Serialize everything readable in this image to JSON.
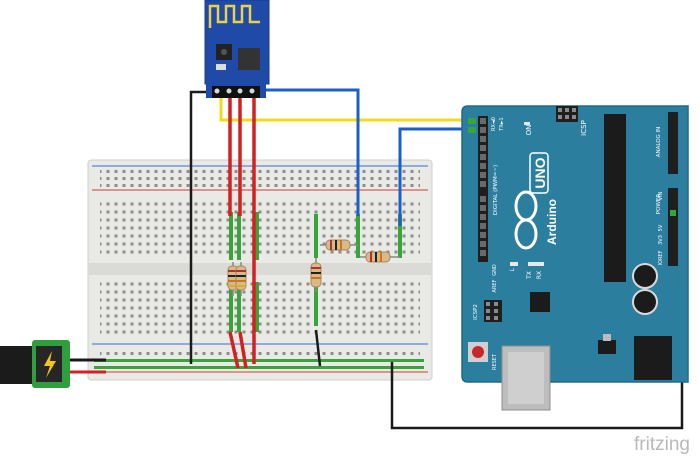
{
  "colors": {
    "wire_black": "#1a1a1a",
    "wire_red": "#d42020",
    "wire_blue": "#1c5fc8",
    "wire_yellow": "#f0dc1a",
    "breadboard": "#e9e9e6",
    "hole_green": "#37a53a",
    "arduino": "#2b7e9e",
    "esp": "#1f4aa8",
    "jack_green": "#2f9e3c"
  },
  "arduino": {
    "brand": "Arduino",
    "model": "UNO",
    "tx_label": "TX",
    "rx_label": "RX",
    "on_label": "ON",
    "l_label": "L",
    "icsp_label": "ICSP",
    "icsp2_label": "ICSP2",
    "reset_label": "RESET",
    "aref_label": "AREF",
    "gnd_label": "GND",
    "digital_label": "DIGITAL (PWM=~)",
    "analog_label": "ANALOG IN",
    "power_label": "POWER",
    "ioref_label": "IOREF",
    "pin_rx": "RX◄0",
    "pin_tx": "TX►1",
    "pin_vin": "VIN",
    "pin_5v": "5V",
    "pin_3v3": "3V3"
  },
  "watermark": "fritzing",
  "icons": {
    "power": "lightning-bolt-icon",
    "esp_antenna": "antenna-trace-icon",
    "arduino_logo": "infinity-logo-icon"
  }
}
